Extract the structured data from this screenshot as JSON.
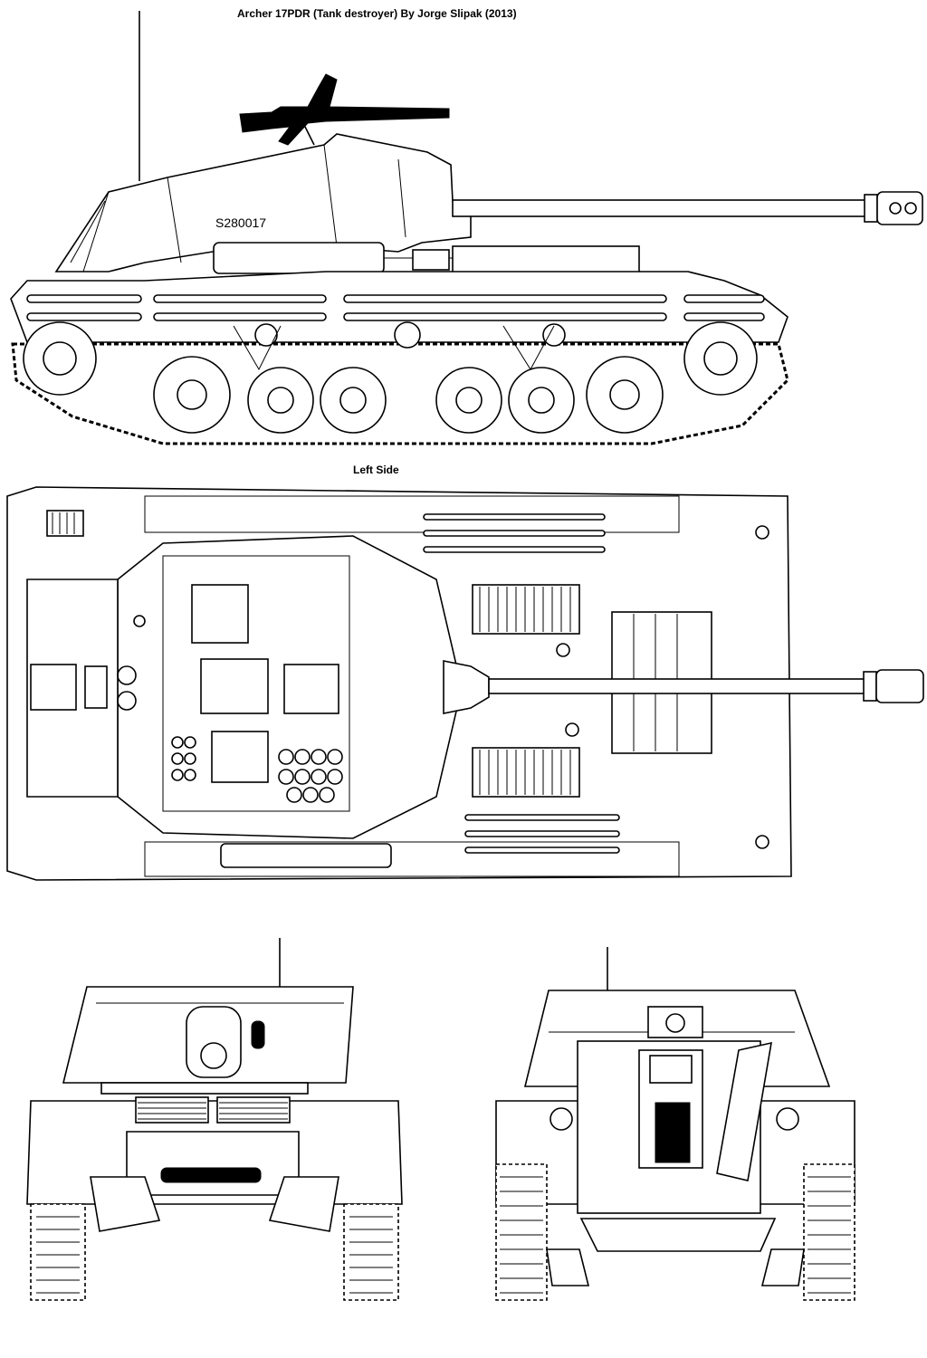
{
  "title": "Archer 17PDR  (Tank destroyer) By Jorge Slipak (2013)",
  "views": {
    "side": {
      "label": "Left Side",
      "marking": "S280017"
    },
    "top": {
      "label": ""
    },
    "front": {
      "label": ""
    },
    "rear": {
      "label": ""
    }
  },
  "colors": {
    "line": "#000000",
    "paper": "#ffffff"
  }
}
